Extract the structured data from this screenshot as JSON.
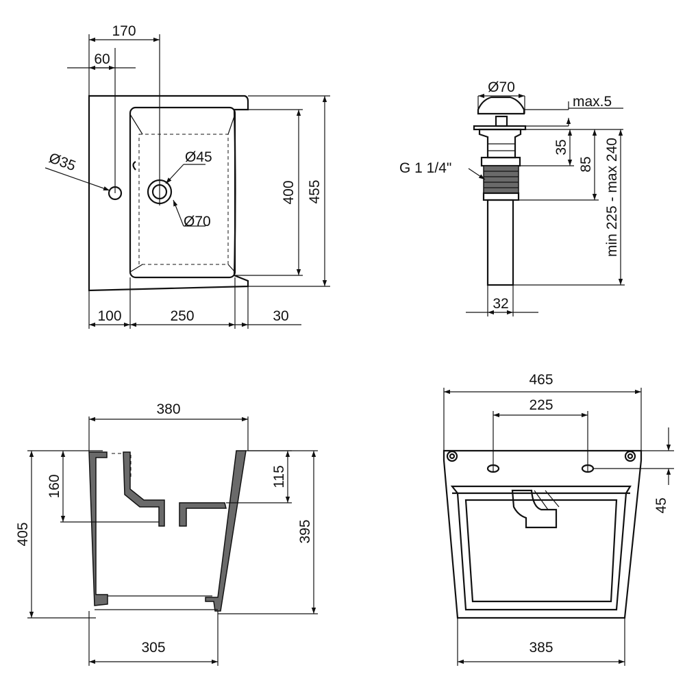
{
  "top_view": {
    "dims": {
      "d170": "170",
      "d60": "60",
      "d455": "455",
      "d400": "400",
      "d100": "100",
      "d250": "250",
      "d30": "30",
      "dia35": "Ø35",
      "dia45": "Ø45",
      "dia70": "Ø70"
    }
  },
  "drain_view": {
    "dims": {
      "dia70": "Ø70",
      "max5": "max.5",
      "d35": "35",
      "d85": "85",
      "thread": "G 1 1/4\"",
      "range": "min 225 - max 240",
      "d32": "32"
    }
  },
  "side_view": {
    "dims": {
      "d380": "380",
      "d160": "160",
      "d405": "405",
      "d115": "115",
      "d395": "395",
      "d305": "305"
    }
  },
  "front_view": {
    "dims": {
      "d465": "465",
      "d225": "225",
      "d45": "45",
      "d385": "385"
    }
  }
}
